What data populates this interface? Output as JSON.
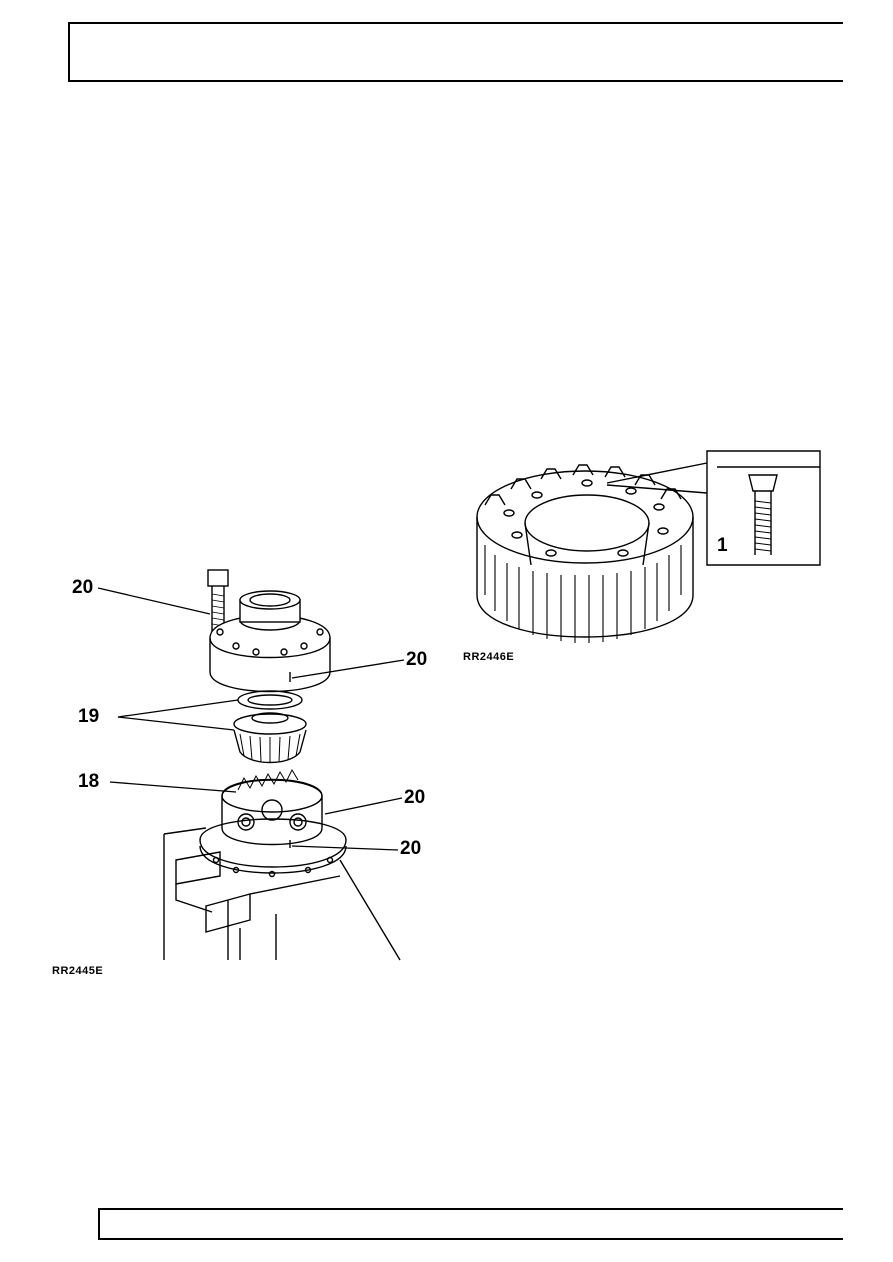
{
  "figure_left": {
    "code": "RR2445E",
    "callouts": [
      "20",
      "20",
      "19",
      "18",
      "20",
      "20"
    ]
  },
  "figure_right": {
    "code": "RR2446E",
    "callouts": [
      "1"
    ]
  }
}
